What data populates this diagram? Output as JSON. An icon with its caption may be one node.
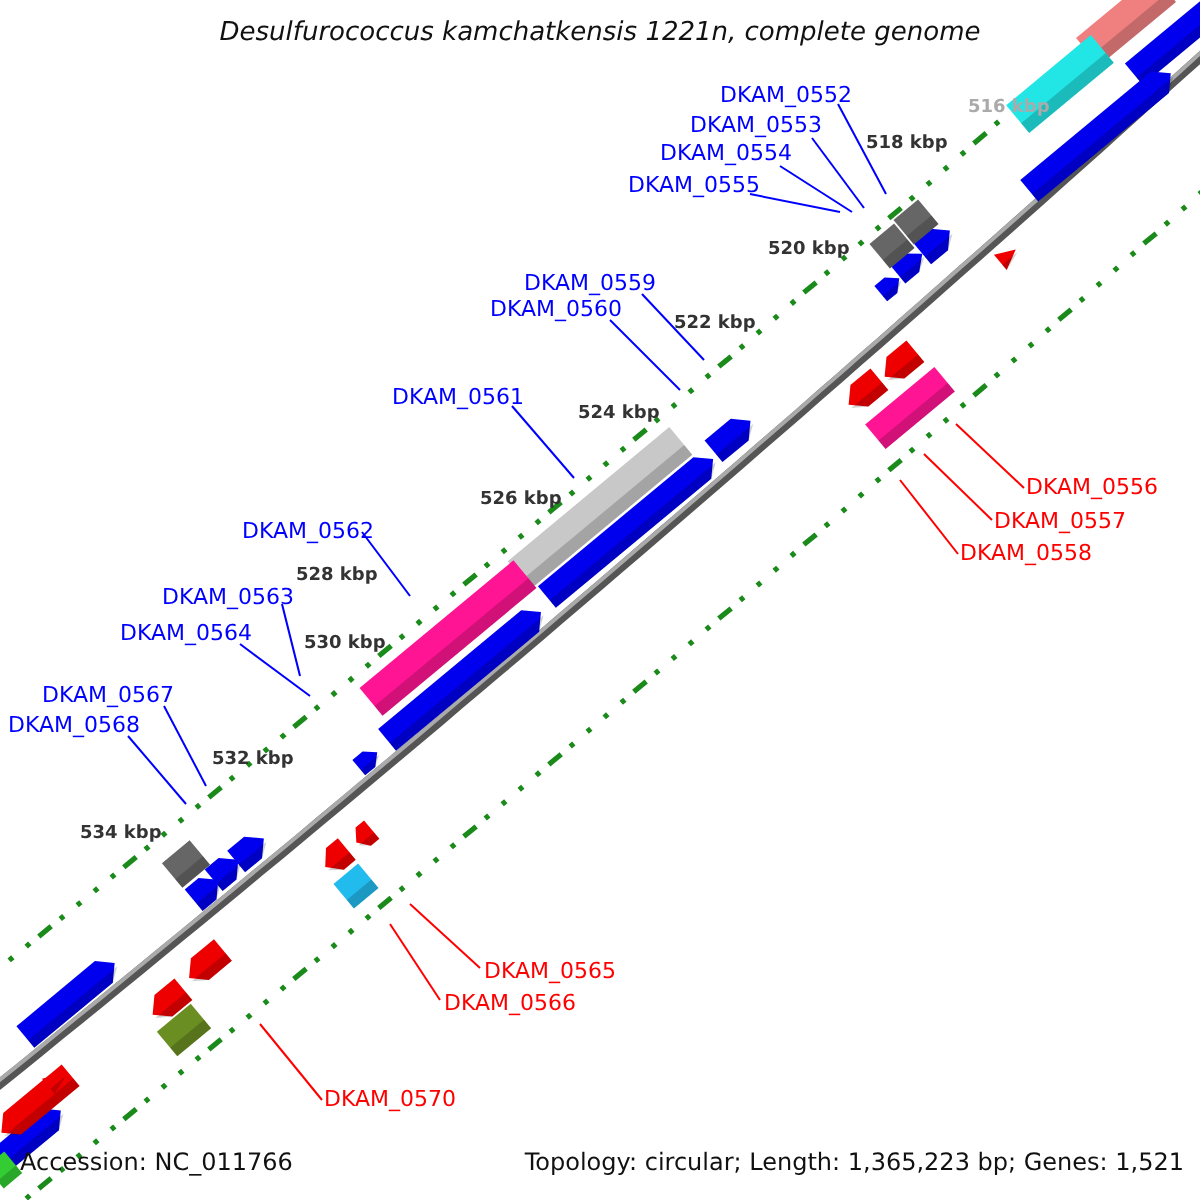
{
  "diagram": {
    "title": "Desulfurococcus kamchatkensis 1221n, complete genome",
    "nodes": [
      {
        "text": [
          "DKAM_0552"
        ]
      },
      {
        "text": [
          "DKAM_0553"
        ]
      },
      {
        "text": [
          "DKAM_0554"
        ]
      },
      {
        "text": [
          "DKAM_0555"
        ]
      },
      {
        "text": [
          "DKAM_0559"
        ]
      },
      {
        "text": [
          "DKAM_0560"
        ]
      },
      {
        "text": [
          "DKAM_0561"
        ]
      },
      {
        "text": [
          "DKAM_0556"
        ]
      },
      {
        "text": [
          "DKAM_0557"
        ]
      },
      {
        "text": [
          "DKAM_0562"
        ]
      },
      {
        "text": [
          "DKAM_0558"
        ]
      },
      {
        "text": [
          "DKAM_0563"
        ]
      },
      {
        "text": [
          "DKAM_0564"
        ]
      },
      {
        "text": [
          "DKAM_0567"
        ]
      },
      {
        "text": [
          "DKAM_0568"
        ]
      },
      {
        "text": [
          "DKAM_0565"
        ]
      },
      {
        "text": [
          "DKAM_0566"
        ]
      },
      {
        "text": [
          "DKAM_0570"
        ]
      }
    ],
    "edges": [
      {
        "from": 0,
        "to": null,
        "arrow": "none",
        "color": "#0000ff"
      },
      {
        "from": 1,
        "to": null,
        "arrow": "none",
        "color": "#0000ff"
      },
      {
        "from": 2,
        "to": null,
        "arrow": "none",
        "color": "#0000ff"
      },
      {
        "from": 3,
        "to": null,
        "arrow": "none",
        "color": "#0000ff"
      },
      {
        "from": 4,
        "to": null,
        "arrow": "none",
        "color": "#0000ff"
      },
      {
        "from": 5,
        "to": null,
        "arrow": "none",
        "color": "#0000ff"
      },
      {
        "from": 6,
        "to": null,
        "arrow": "none",
        "color": "#0000ff"
      },
      {
        "from": 7,
        "to": null,
        "arrow": "none",
        "color": "#ff0000"
      },
      {
        "from": 8,
        "to": null,
        "arrow": "none",
        "color": "#ff0000"
      },
      {
        "from": 9,
        "to": null,
        "arrow": "none",
        "color": "#0000ff"
      },
      {
        "from": 10,
        "to": null,
        "arrow": "none",
        "color": "#ff0000"
      },
      {
        "from": 11,
        "to": null,
        "arrow": "none",
        "color": "#0000ff"
      },
      {
        "from": 12,
        "to": null,
        "arrow": "none",
        "color": "#0000ff"
      },
      {
        "from": 13,
        "to": null,
        "arrow": "none",
        "color": "#0000ff"
      },
      {
        "from": 14,
        "to": null,
        "arrow": "none",
        "color": "#0000ff"
      },
      {
        "from": 15,
        "to": null,
        "arrow": "none",
        "color": "#ff0000"
      },
      {
        "from": 16,
        "to": null,
        "arrow": "none",
        "color": "#ff0000"
      },
      {
        "from": 17,
        "to": null,
        "arrow": "none",
        "color": "#ff0000"
      }
    ],
    "labels": [
      "516 kbp",
      "518 kbp",
      "520 kbp",
      "522 kbp",
      "524 kbp",
      "526 kbp",
      "528 kbp",
      "530 kbp",
      "532 kbp",
      "534 kbp",
      "Accession: NC_011766",
      "Topology: circular; Length: 1,365,223 bp; Genes: 1,521"
    ]
  }
}
